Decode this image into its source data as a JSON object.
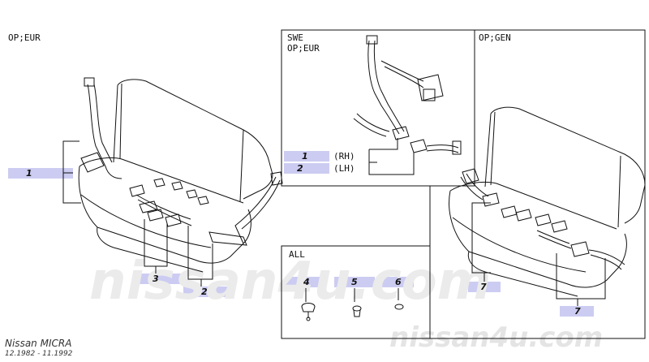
{
  "main": {
    "label": "OP;EUR"
  },
  "swe": {
    "line1": "SWE",
    "line2": "OP;EUR",
    "rh": "(RH)",
    "lh": "(LH)"
  },
  "gen": {
    "label": "OP;GEN"
  },
  "all": {
    "label": "ALL"
  },
  "callouts": [
    "1",
    "2",
    "3",
    "1",
    "2",
    "4",
    "5",
    "6",
    "7",
    "7"
  ],
  "footer": {
    "model": "Nissan MICRA",
    "dates": "12.1982 - 11.1992"
  },
  "watermark": {
    "big": "nissan4u.com",
    "small": "nissan4u.com"
  },
  "colors": {
    "highlight": "#ccccf2",
    "line": "#111111",
    "watermark": "#e6e6e6"
  }
}
